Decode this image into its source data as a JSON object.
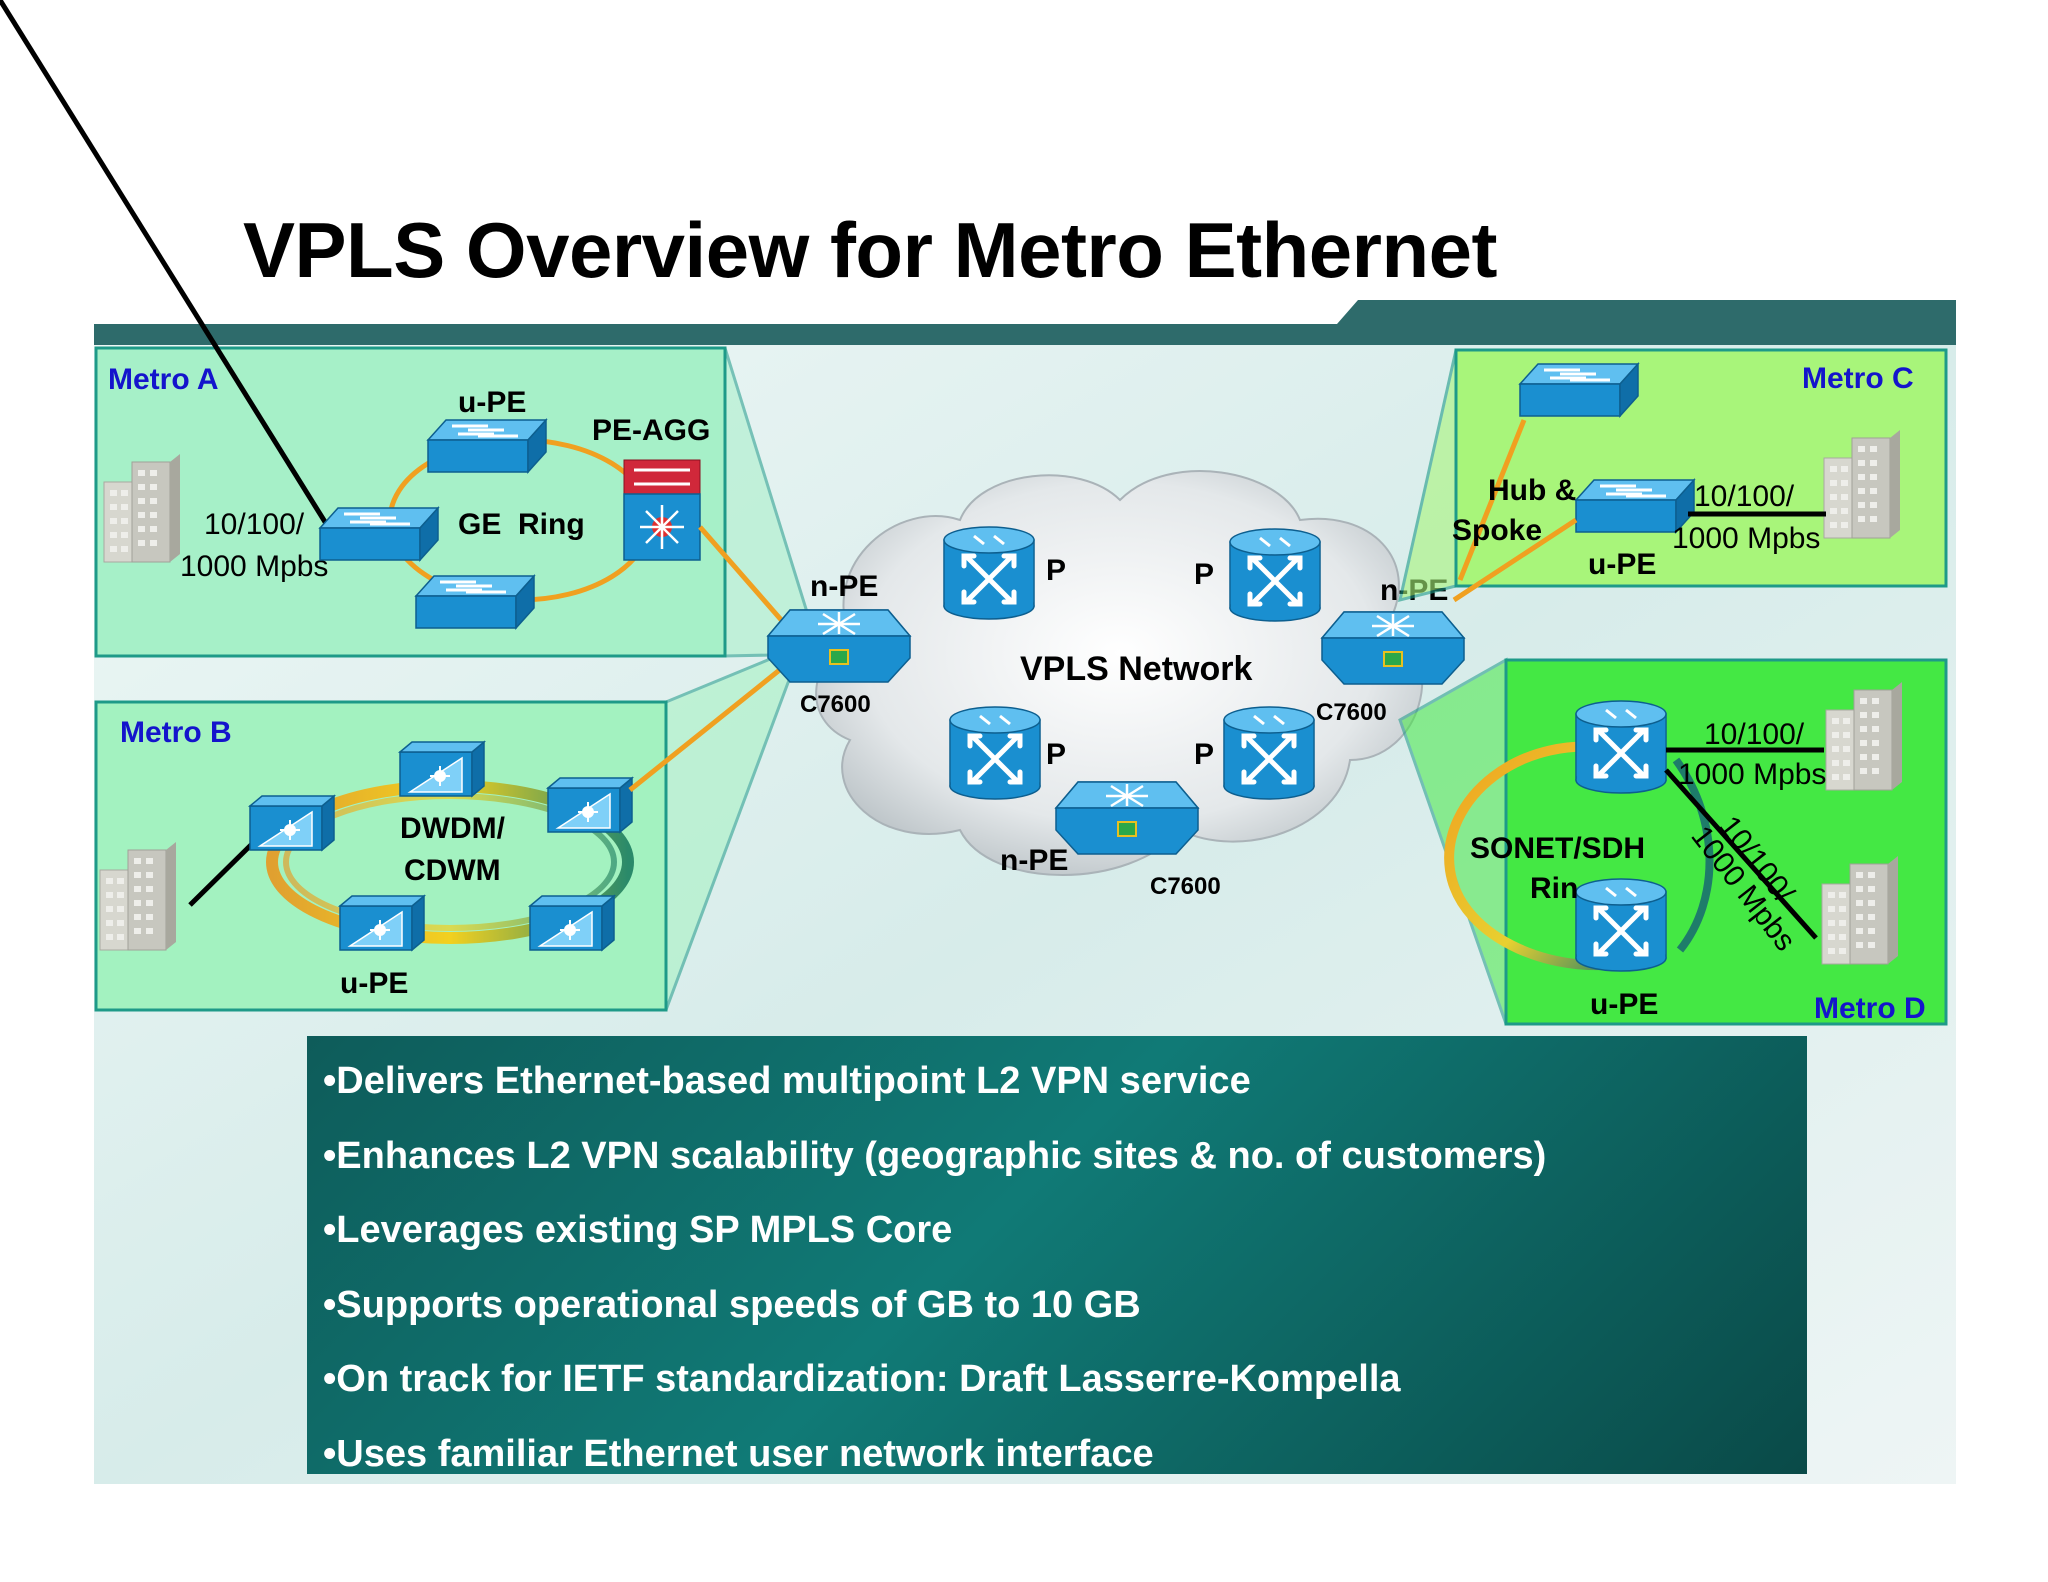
{
  "title": "VPLS Overview for Metro Ethernet",
  "regions": {
    "metro_a": "Metro A",
    "metro_b": "Metro B",
    "metro_c": "Metro C",
    "metro_d": "Metro D"
  },
  "labels": {
    "a_upe": "u-PE",
    "a_peagg": "PE-AGG",
    "a_ring": "GE  Ring",
    "a_speed1": "10/100/",
    "a_speed2": "1000 Mpbs",
    "b_dwdm1": "DWDM/",
    "b_dwdm2": "CDWM",
    "b_upe": "u-PE",
    "npe_left": "n-PE",
    "c7600_left": "C7600",
    "p1": "P",
    "p2": "P",
    "p3": "P",
    "p4": "P",
    "vpls_network": "VPLS Network",
    "npe_bottom": "n-PE",
    "c7600_bottom": "C7600",
    "npe_right": "n-PE",
    "c7600_right": "C7600",
    "c_hub1": "Hub &",
    "c_hub2": "Spoke",
    "c_upe": "u-PE",
    "c_speed1": "10/100/",
    "c_speed2": "1000 Mpbs",
    "d_sonet": "SONET/SDH",
    "d_ring": "Rin",
    "d_upe": "u-PE",
    "d_speed1": "10/100/",
    "d_speed2": "1000 Mpbs",
    "d_speed3": "10/100/",
    "d_speed4": "1000 Mpbs"
  },
  "bullets": [
    "•Delivers Ethernet-based multipoint L2 VPN service",
    "•Enhances L2 VPN scalability (geographic sites & no. of customers)",
    "•Leverages existing SP MPLS Core",
    "•Supports operational speeds of GB to 10 GB",
    "•On track for IETF standardization: Draft Lasserre-Kompella",
    "•Uses familiar Ethernet user network interface"
  ],
  "colors": {
    "header_bar": "#2e6b6b",
    "metro_a_bg": "#a6f0c8",
    "metro_b_bg": "#a3f2c0",
    "metro_c_bg": "#a8f57a",
    "metro_d_bg": "#44e844",
    "region_label": "#1414cc",
    "device_blue": "#1a8fd0",
    "link_orange": "#f0a020",
    "bullet_box": "#0e6864"
  },
  "icons": [
    "building-icon",
    "switch-icon",
    "router-icon",
    "multilayer-switch-icon",
    "optical-node-icon",
    "cloud-icon"
  ]
}
